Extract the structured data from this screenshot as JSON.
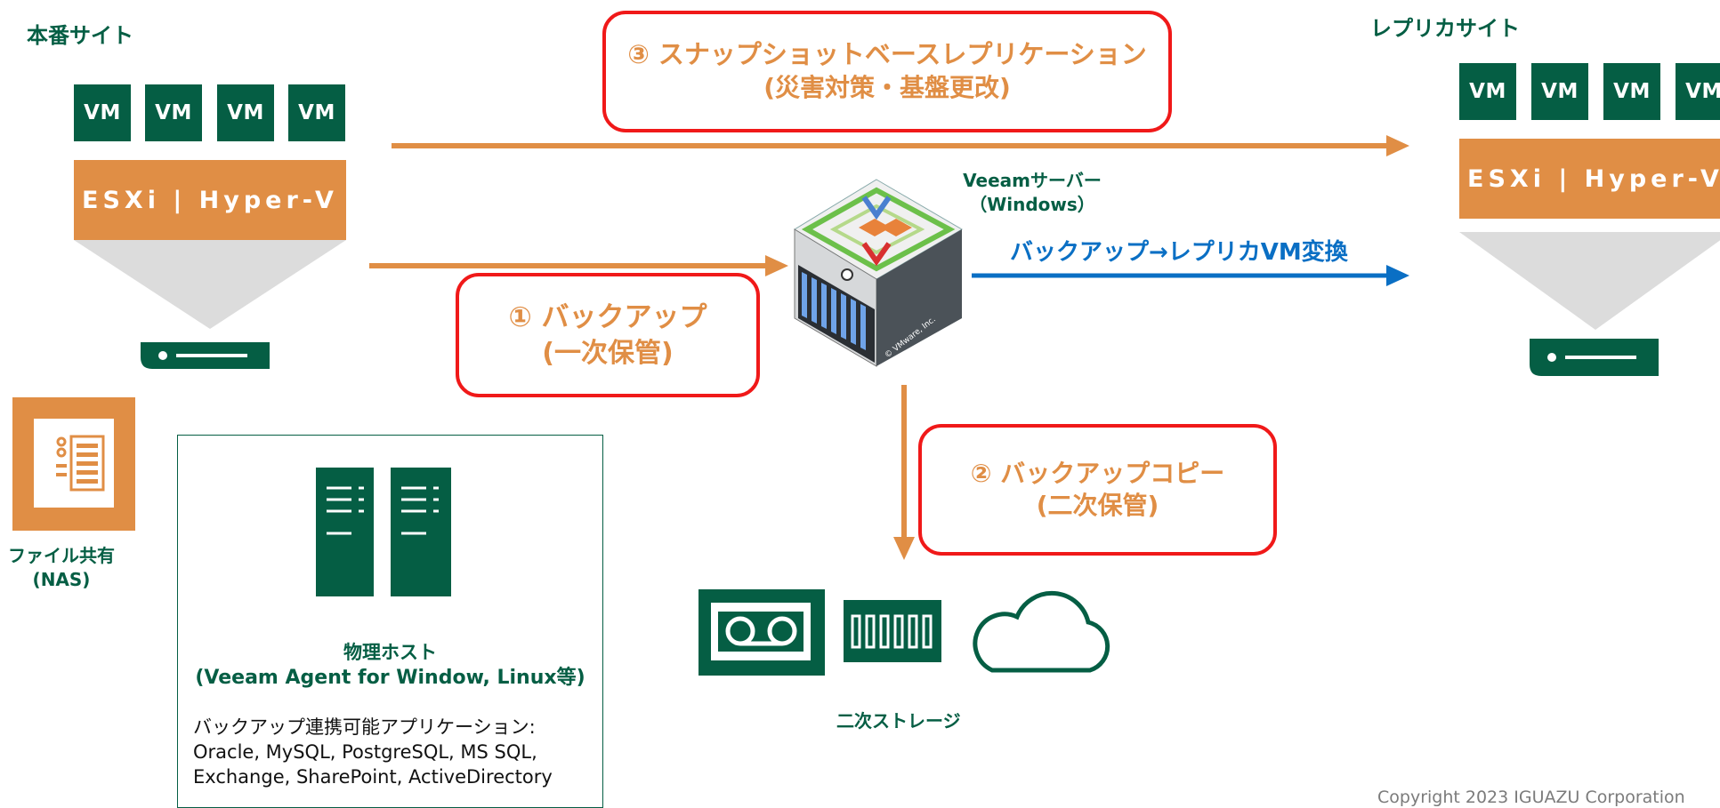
{
  "production_site": {
    "label": "本番サイト",
    "vms": [
      "VM",
      "VM",
      "VM",
      "VM"
    ],
    "hypervisor": "ESXi | Hyper-V",
    "storage_icon": "storage-array-icon"
  },
  "replica_site": {
    "label": "レプリカサイト",
    "vms": [
      "VM",
      "VM",
      "VM",
      "VM"
    ],
    "hypervisor": "ESXi | Hyper-V",
    "storage_icon": "storage-array-icon"
  },
  "nas": {
    "icon": "nas-icon",
    "line1": "ファイル共有",
    "line2": "(NAS)"
  },
  "veeam_server": {
    "line1": "Veeamサーバー",
    "line2": "（Windows）",
    "icon": "server-appliance-icon",
    "watermark": "© VMware, Inc."
  },
  "flows": {
    "snapshot_replication": {
      "line1": "③ スナップショットベースレプリケーション",
      "line2": "(災害対策・基盤更改)"
    },
    "backup": {
      "line1": "① バックアップ",
      "line2": "(一次保管)"
    },
    "backup_copy": {
      "line1": "② バックアップコピー",
      "line2": "(二次保管)"
    },
    "replica_conversion": "バックアップ→レプリカVM変換"
  },
  "physical_host": {
    "title_line1": "物理ホスト",
    "title_line2": "(Veeam Agent for Window, Linux等)",
    "apps_line1": "バックアップ連携可能アプリケーション:",
    "apps_line2": "Oracle, MySQL, PostgreSQL, MS SQL,",
    "apps_line3": "Exchange, SharePoint, ActiveDirectory",
    "icon": "server-rack-icon"
  },
  "secondary_storage": {
    "label": "二次ストレージ",
    "icons": [
      "tape-icon",
      "disk-array-icon",
      "cloud-icon"
    ]
  },
  "copyright": "Copyright 2023 IGUAZU Corporation",
  "colors": {
    "green": "#055e44",
    "orange": "#e08e45",
    "red": "#f01919",
    "blue": "#0a6fc4",
    "grey": "#dcdcdc"
  }
}
